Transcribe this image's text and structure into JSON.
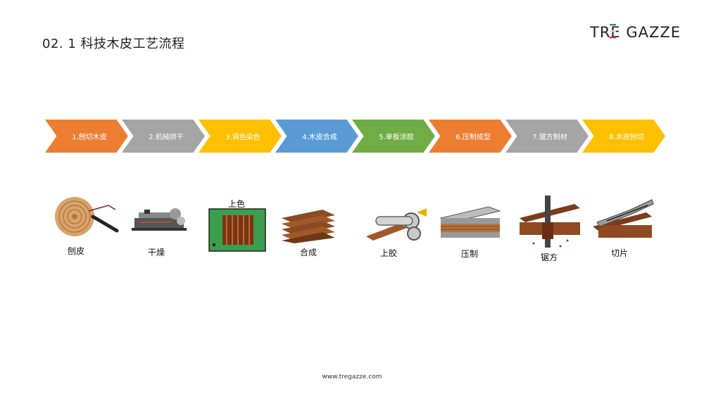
{
  "header": {
    "title": "02. 1 科技木皮工艺流程"
  },
  "logo": {
    "text": "TRE GAZZE"
  },
  "steps": [
    {
      "label": "1.刨切木皮",
      "color": "#ED7D31"
    },
    {
      "label": "2.机械烘干",
      "color": "#A5A5A5"
    },
    {
      "label": "3.调色染色",
      "color": "#FFC000"
    },
    {
      "label": "4.木皮合成",
      "color": "#5B9BD5"
    },
    {
      "label": "5.单板涂胶",
      "color": "#70AD47"
    },
    {
      "label": "6.压制成型",
      "color": "#ED7D31"
    },
    {
      "label": "7.锯方制材",
      "color": "#A5A5A5"
    },
    {
      "label": "8.木皮刨切",
      "color": "#FFC000"
    }
  ],
  "illustrations": {
    "dyeing_top_label": "上色",
    "captions": [
      "刨皮",
      "干燥",
      "合成",
      "上胶",
      "压制",
      "锯方",
      "切片"
    ]
  },
  "footer": {
    "url": "www.tregazze.com"
  }
}
